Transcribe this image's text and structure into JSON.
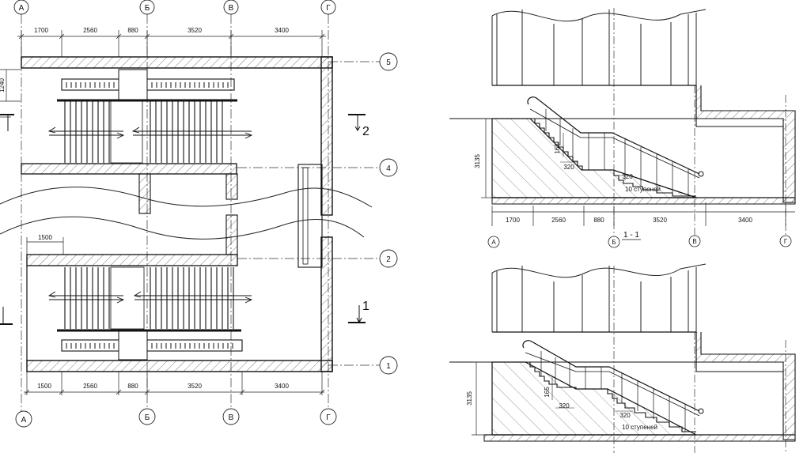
{
  "drawing": {
    "plan": {
      "axes_top": [
        "А",
        "Б",
        "В",
        "Г"
      ],
      "axes_bottom": [
        "А",
        "Б",
        "В",
        "Г"
      ],
      "axes_right": [
        "5",
        "4",
        "2",
        "1"
      ],
      "dims_top": [
        "1700",
        "2560",
        "880",
        "3520",
        "3400"
      ],
      "dims_bottom": [
        "1500",
        "2560",
        "880",
        "3520",
        "3400"
      ],
      "dim_left_upper": "1240",
      "dim_lower_left": "1500",
      "section_marks": [
        "2",
        "1"
      ]
    },
    "section_1": {
      "title": "1 - 1",
      "height": "3135",
      "riser": "165",
      "tread_a": "320",
      "tread_b": "320",
      "steps_note": "10 ступеней",
      "dims": [
        "1700",
        "2560",
        "880",
        "3520",
        "3400"
      ],
      "axes": [
        "А",
        "Б",
        "В",
        "Г"
      ]
    },
    "section_2": {
      "height": "3135",
      "riser": "165",
      "tread_a": "320",
      "tread_b": "320",
      "steps_note": "10 ступеней"
    }
  }
}
